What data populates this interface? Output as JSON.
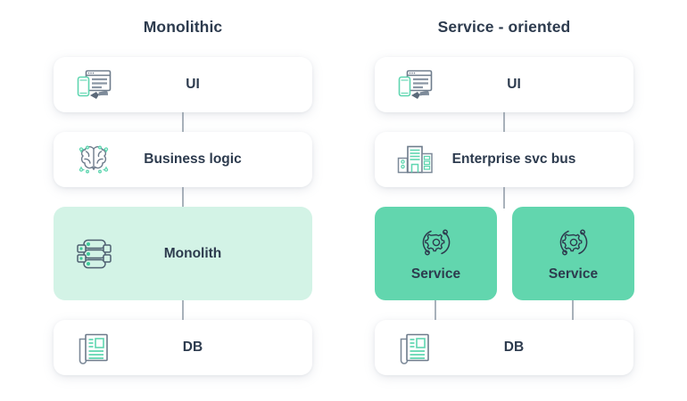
{
  "palette": {
    "background": "#ffffff",
    "text_dark": "#2d3b4e",
    "icon_gray": "#6e7c8c",
    "icon_teal": "#5fd6b0",
    "card_white": "#ffffff",
    "card_mint": "#d3f3e6",
    "card_teal": "#62d6ae",
    "connector_gray": "#a9b2bb"
  },
  "columns": [
    {
      "id": "monolithic",
      "title": "Monolithic",
      "cards": [
        {
          "id": "ui",
          "label": "UI",
          "icon": "ui-wireframe-icon",
          "style": "white"
        },
        {
          "id": "business-logic",
          "label": "Business logic",
          "icon": "brain-circuit-icon",
          "style": "white"
        },
        {
          "id": "monolith",
          "label": "Monolith",
          "icon": "server-stack-icon",
          "style": "mint"
        },
        {
          "id": "db",
          "label": "DB",
          "icon": "document-db-icon",
          "style": "white"
        }
      ]
    },
    {
      "id": "service-oriented",
      "title": "Service - oriented",
      "cards": [
        {
          "id": "ui",
          "label": "UI",
          "icon": "ui-wireframe-icon",
          "style": "white"
        },
        {
          "id": "esb",
          "label": "Enterprise svc bus",
          "icon": "enterprise-building-icon",
          "style": "white"
        },
        {
          "id": "service-1",
          "label": "Service",
          "icon": "gear-orbit-icon",
          "style": "teal"
        },
        {
          "id": "service-2",
          "label": "Service",
          "icon": "gear-orbit-icon",
          "style": "teal"
        },
        {
          "id": "db",
          "label": "DB",
          "icon": "document-db-icon",
          "style": "white"
        }
      ]
    }
  ]
}
